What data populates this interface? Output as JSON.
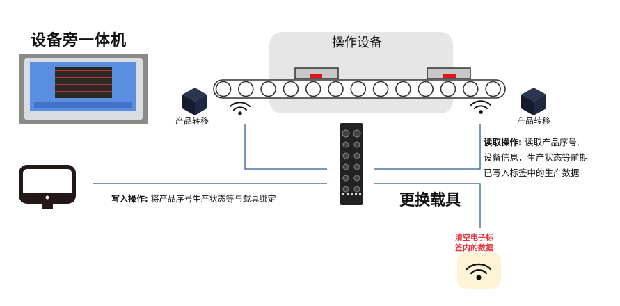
{
  "title": "设备旁一体机",
  "zone_label": "操作设备",
  "product_transfer_left": "产品转移",
  "product_transfer_right": "产品转移",
  "read_op": {
    "label": "读取操作:",
    "lines": [
      "读取产品序号,",
      "设备信息，生产状态等前期",
      "已写入标签中的生产数据"
    ]
  },
  "write_op": {
    "label": "写入操作:",
    "text": "将产品序号生产状态等与载具绑定"
  },
  "swap_carrier": "更换载具",
  "clear_tag": [
    "清空电子标",
    "签内的数据"
  ],
  "colors": {
    "line": "#2f5b8f",
    "red": "#e8323c",
    "tag_bg": "#fdf3d6",
    "zone": "#e6e6e6"
  }
}
